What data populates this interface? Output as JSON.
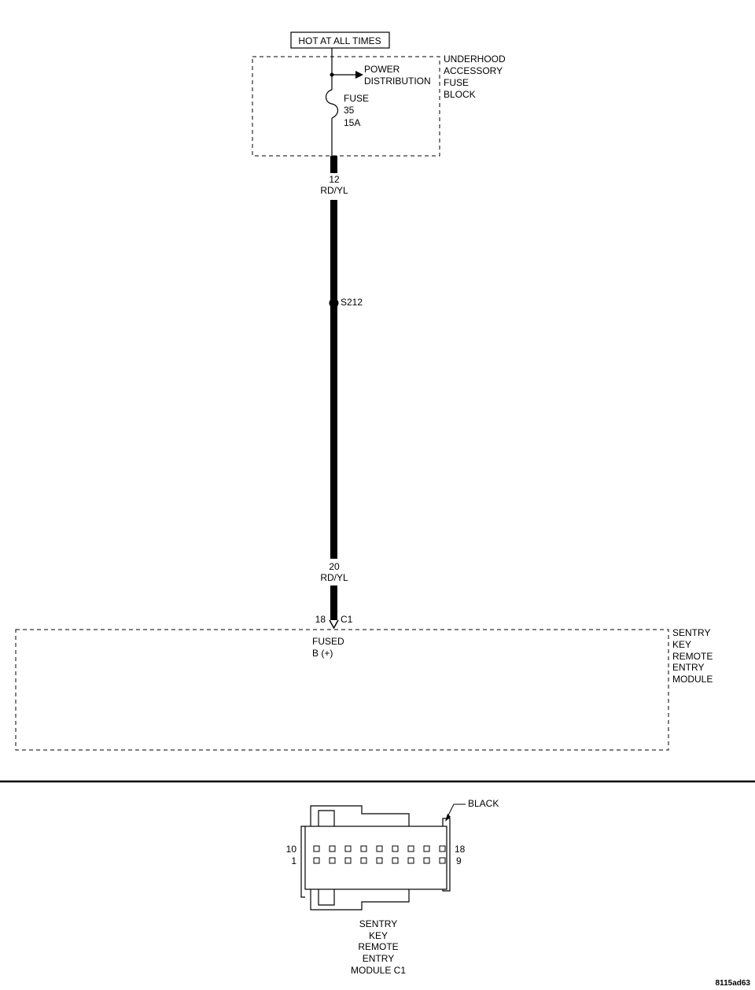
{
  "header_label": "HOT AT ALL TIMES",
  "fuse_block": {
    "name_lines": [
      "UNDERHOOD",
      "ACCESSORY",
      "FUSE",
      "BLOCK"
    ],
    "branch_lines": [
      "POWER",
      "DISTRIBUTION"
    ],
    "fuse_lines": [
      "FUSE",
      "35",
      "15A"
    ]
  },
  "wire_top": {
    "gauge": "12",
    "color": "RD/YL"
  },
  "splice": "S212",
  "wire_bottom": {
    "gauge": "20",
    "color": "RD/YL"
  },
  "pin": {
    "number": "18",
    "connector": "C1"
  },
  "module": {
    "name_lines": [
      "SENTRY",
      "KEY",
      "REMOTE",
      "ENTRY",
      "MODULE"
    ],
    "input_lines": [
      "FUSED",
      "B (+)"
    ]
  },
  "connector_view": {
    "color": "BLACK",
    "pin_labels": {
      "top_left": "10",
      "bottom_left": "1",
      "top_right": "18",
      "bottom_right": "9"
    },
    "caption_lines": [
      "SENTRY",
      "KEY",
      "REMOTE",
      "ENTRY",
      "MODULE C1"
    ]
  },
  "figure_id": "8115ad63"
}
